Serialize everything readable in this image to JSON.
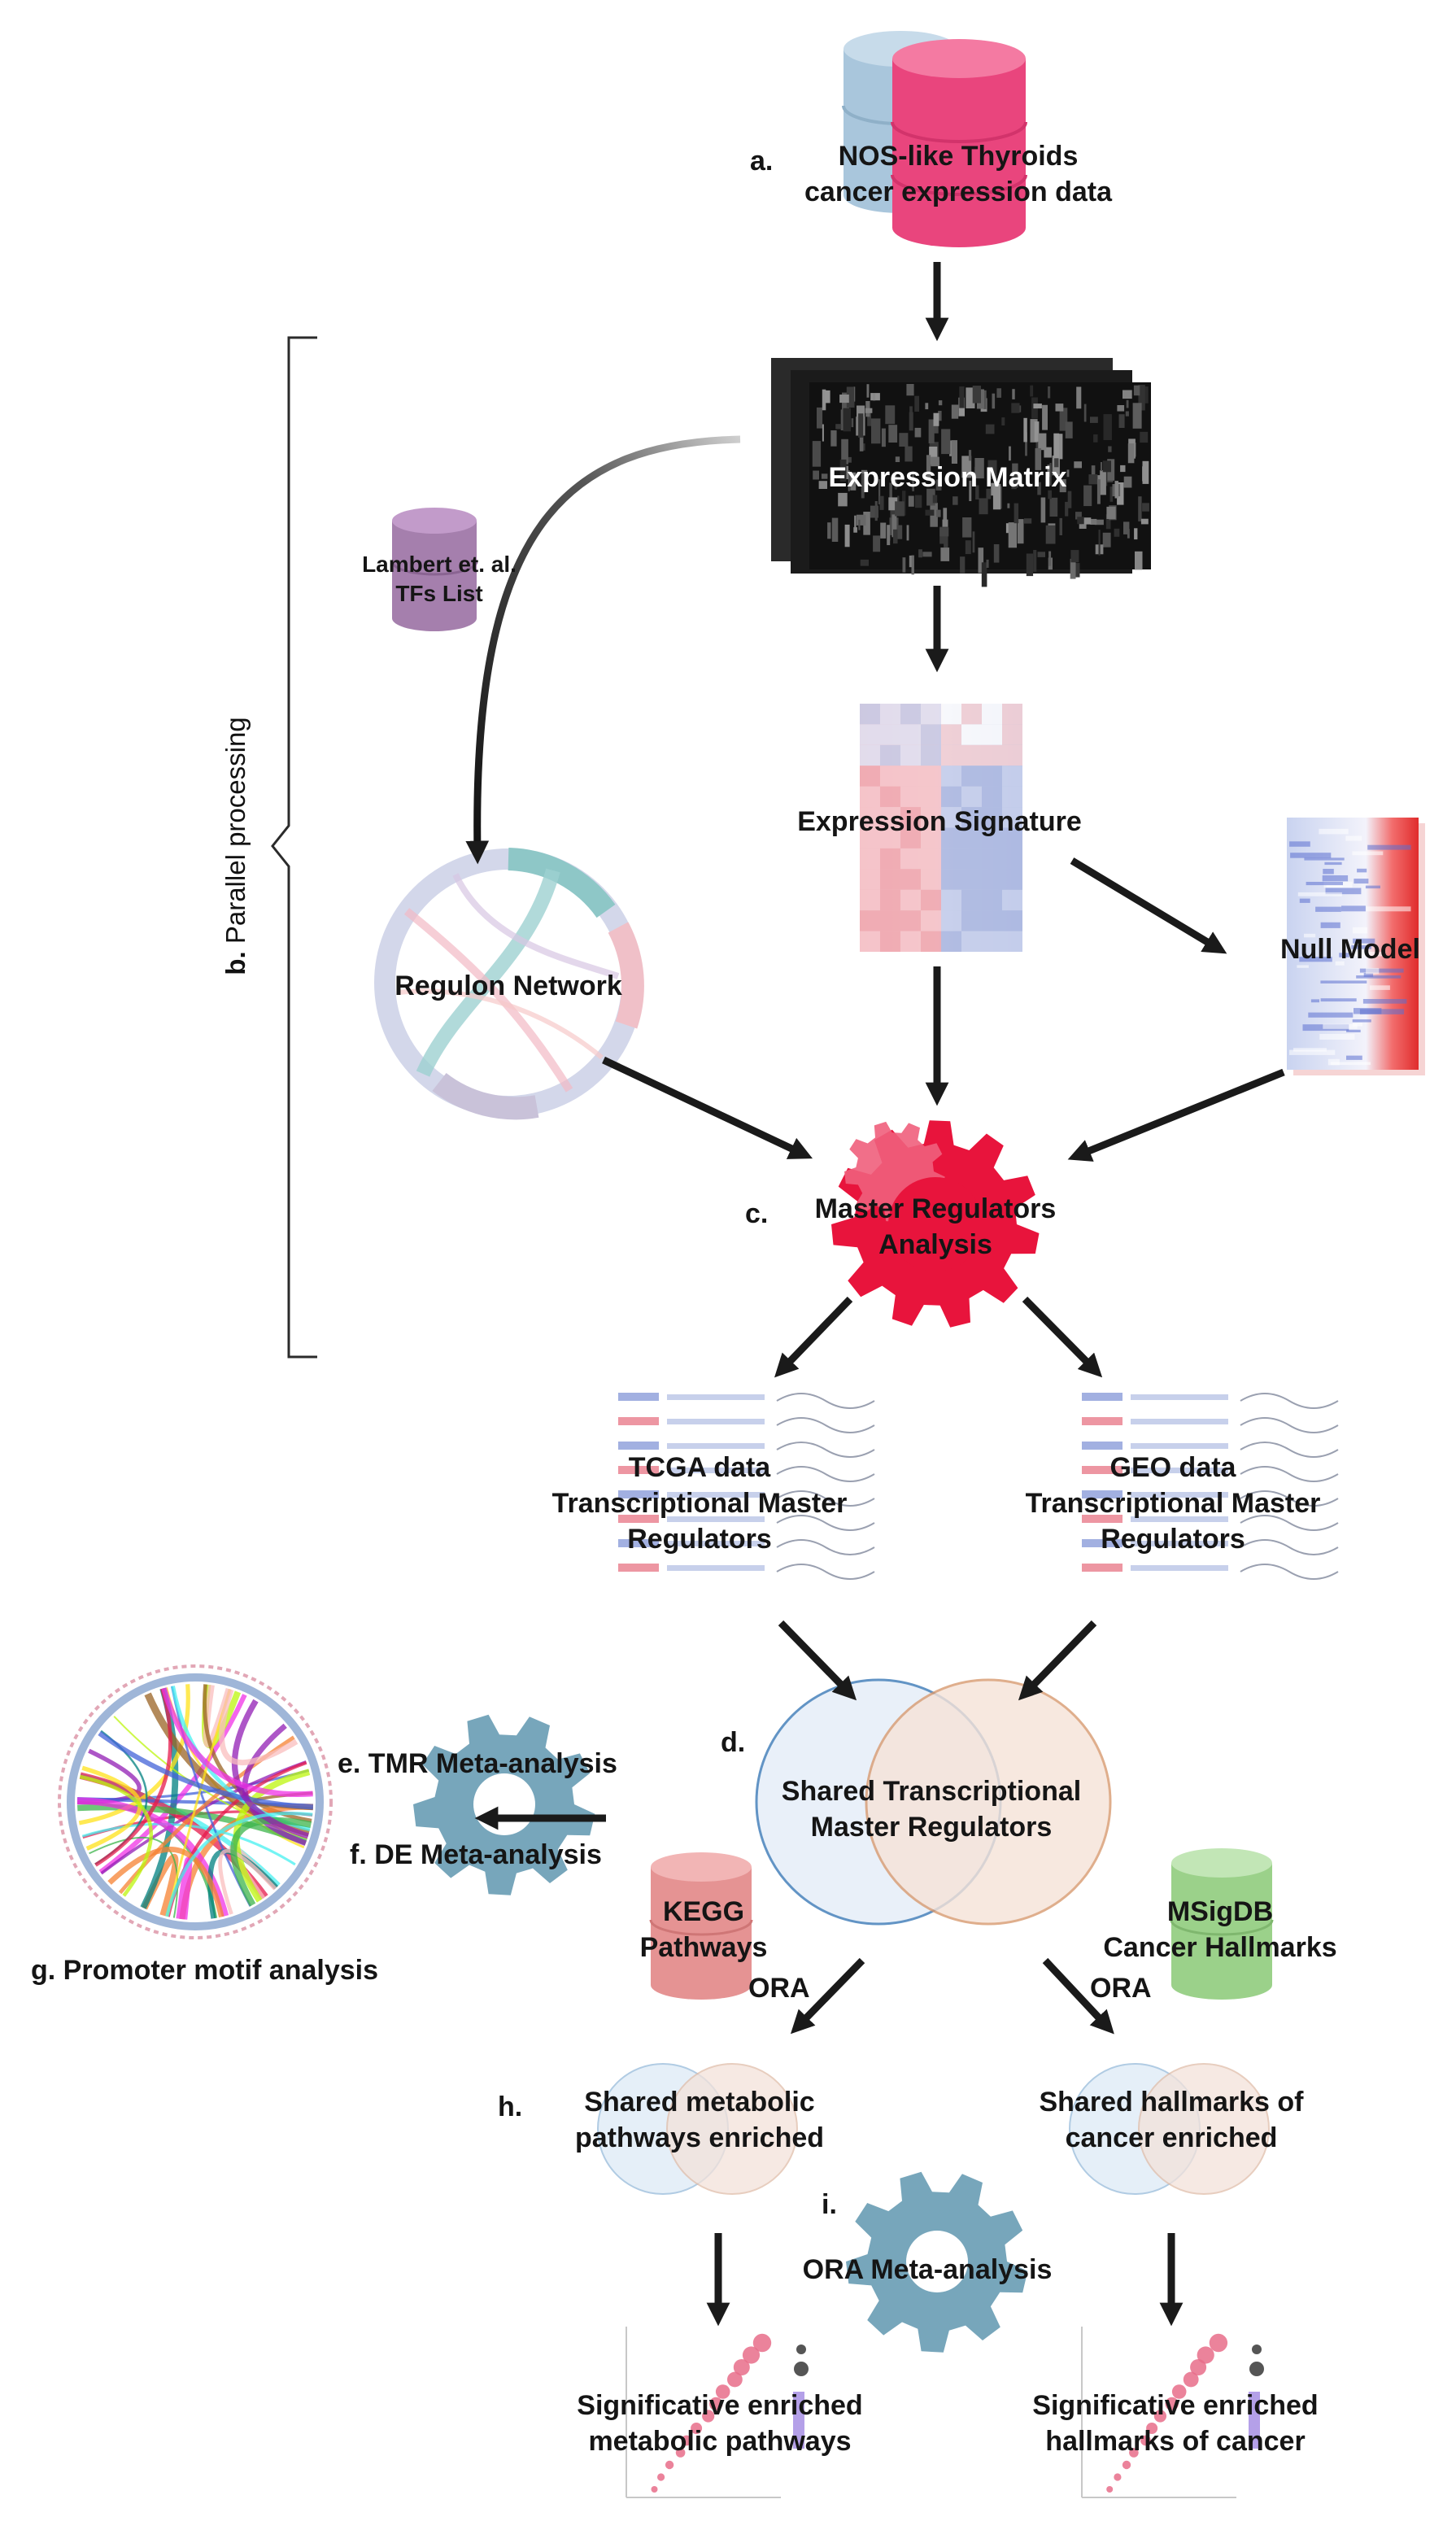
{
  "labels": {
    "a_letter": "a.",
    "a_line1": "NOS-like Thyroids",
    "a_line2": "cancer expression data",
    "expression_matrix": "Expression Matrix",
    "lambert_line1": "Lambert et. al.",
    "lambert_line2": "TFs List",
    "b_letter": "b.",
    "b_text": "Parallel processing",
    "expression_signature": "Expression Signature",
    "regulon_network": "Regulon Network",
    "null_model": "Null Model",
    "c_letter": "c.",
    "c_line1": "Master Regulators",
    "c_line2": "Analysis",
    "tcga_line1": "TCGA data",
    "tcga_line2": "Transcriptional Master",
    "tcga_line3": "Regulators",
    "geo_line1": "GEO data",
    "geo_line2": "Transcriptional Master",
    "geo_line3": "Regulators",
    "d_letter": "d.",
    "shared_line1": "Shared Transcriptional",
    "shared_line2": "Master Regulators",
    "e_text": "e. TMR Meta-analysis",
    "f_text": "f. DE Meta-analysis",
    "g_text": "g. Promoter motif analysis",
    "kegg_line1": "KEGG",
    "kegg_line2": "Pathways",
    "ora_left": "ORA",
    "msigdb_line1": "MSigDB",
    "msigdb_line2": "Cancer Hallmarks",
    "ora_right": "ORA",
    "h_letter": "h.",
    "h_line1": "Shared metabolic",
    "h_line2": "pathways enriched",
    "hallmarks_line1": "Shared hallmarks of",
    "hallmarks_line2": "cancer enriched",
    "i_letter": "i.",
    "ora_meta": "ORA Meta-analysis",
    "sig_left_line1": "Significative enriched",
    "sig_left_line2": "metabolic pathways",
    "sig_right_line1": "Significative enriched",
    "sig_right_line2": "hallmarks of cancer"
  },
  "colors": {
    "db_blue": "#a9c6dc",
    "db_pink": "#e9457d",
    "db_purple": "#a57fad",
    "db_kegg": "#e59393",
    "db_msigdb": "#9bd18a",
    "gear_red": "#e8143c",
    "gear_blue": "#77a6bb",
    "venn_blue": "#5a8fc2",
    "venn_orange": "#d89a70",
    "arrow": "#1a1a1a"
  }
}
